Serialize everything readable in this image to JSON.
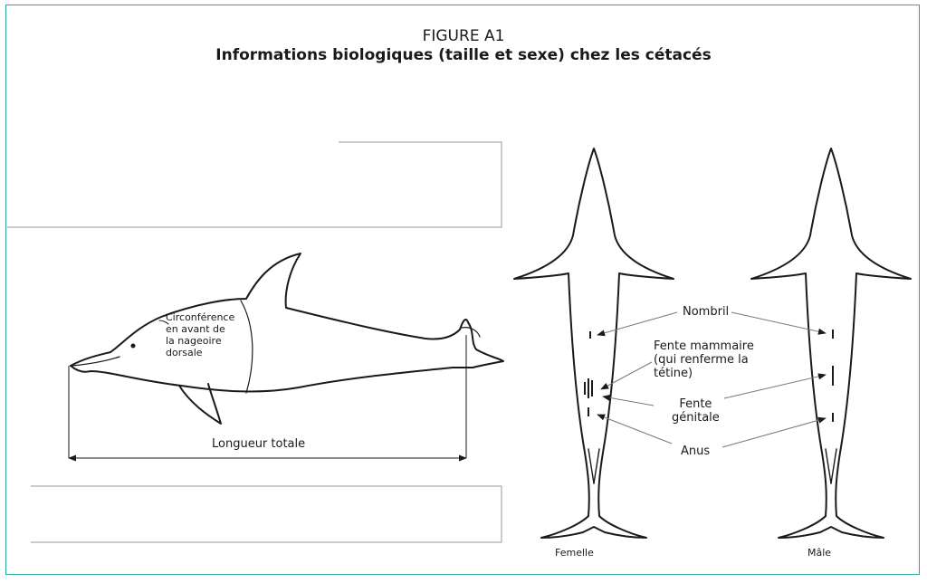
{
  "figure": {
    "number": "FIGURE A1",
    "title": "Informations biologiques (taille et sexe) chez les cétacés"
  },
  "side_view": {
    "girth_label": "Circonférence\nen avant de\nla nageoire\ndorsale",
    "length_label": "Longueur totale"
  },
  "ventral_view": {
    "female_label": "Femelle",
    "male_label": "Mâle",
    "navel_label": "Nombril",
    "mammary_label": "Fente mammaire\n(qui renferme la\ntétine)",
    "genital_label": "Fente\ngénitale",
    "anus_label": "Anus"
  },
  "colors": {
    "frame": "#2aa79b",
    "ink": "#1a1a1a",
    "rule": "#9a9a9a"
  }
}
